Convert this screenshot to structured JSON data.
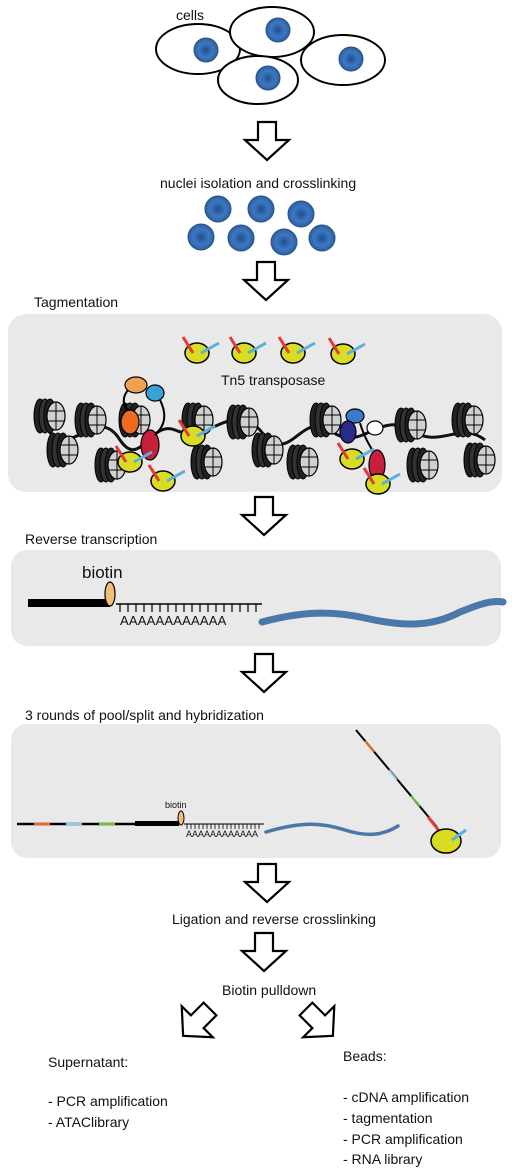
{
  "labels": {
    "cells": "cells",
    "nuclei": "nuclei isolation and crosslinking",
    "tagmentation": "Tagmentation",
    "tn5": "Tn5 transposase",
    "rt": "Reverse transcription",
    "biotin": "biotin",
    "polyA": "AAAAAAAAAAAA",
    "rounds": "3 rounds of pool/split and hybridization",
    "biotin_small": "biotin",
    "polyA_small": "AAAAAAAAAAAA",
    "ligation": "Ligation and reverse crosslinking",
    "pulldown": "Biotin pulldown"
  },
  "supernatant": {
    "title": "Supernatant:",
    "items": [
      "- PCR amplification",
      "- ATAClibrary"
    ]
  },
  "beads": {
    "title": "Beads:",
    "items": [
      "- cDNA amplification",
      "- tagmentation",
      "- PCR amplification",
      "- RNA library"
    ]
  },
  "colors": {
    "panel": "#e9e9e9",
    "nucleus": "#3d78c2",
    "tn5": "#d8dc22",
    "adapter_red": "#e03a3a",
    "adapter_blue": "#5aaee0",
    "rna": "#4a78a8",
    "bead_orange": "#f0a050",
    "protein_red": "#c8203a",
    "protein_orange": "#ee6a20",
    "protein_navy": "#2a2a8a"
  }
}
